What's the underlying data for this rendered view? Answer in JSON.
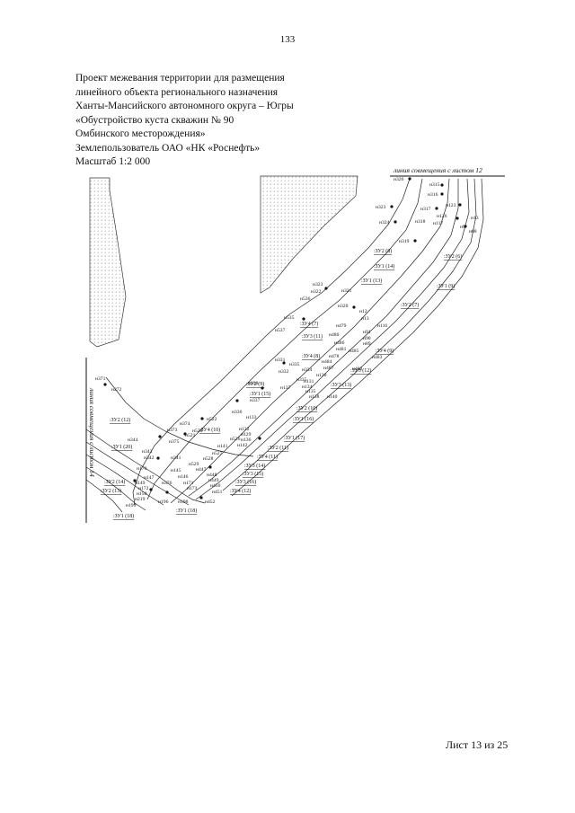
{
  "page_number": "133",
  "title_lines": [
    "Проект межевания территории для размещения",
    "линейного объекта регионального назначения",
    "Ханты-Мансийского автономного округа – Югры",
    "«Обустройство куста скважин № 90",
    "Омбинского месторождения»",
    "Землепользователь ОАО «НК «Роснефть»",
    "Масштаб 1:2 000"
  ],
  "map": {
    "edge_label_top": "линия совмещения с листом 12",
    "edge_label_left": "линия совмещения с листом 14",
    "points": [
      "н326",
      "н315",
      "н316",
      "н323",
      "н317",
      "н123",
      "н324",
      "н126",
      "н13",
      "н318",
      "н117",
      "н9",
      "н88",
      "н319",
      "н322",
      "н323",
      "н321",
      "н536",
      "н320",
      "н12",
      "н535",
      "н13",
      "н116",
      "н479",
      "н537",
      "н91",
      "н90",
      "н480",
      "н89",
      "н486",
      "н483",
      "н485",
      "н481",
      "н482",
      "н331",
      "н335",
      "н478",
      "н332",
      "н484",
      "н334",
      "н487",
      "н335",
      "н130",
      "н338",
      "н137",
      "н131",
      "н134",
      "н337",
      "н135",
      "н138",
      "н140",
      "н336",
      "н133",
      "н522",
      "н374",
      "н520",
      "н373",
      "н521",
      "н375",
      "н344",
      "н526",
      "н132",
      "н129",
      "н136",
      "н141",
      "н142",
      "н528",
      "н527",
      "н343",
      "н342",
      "н341",
      "н529",
      "н447",
      "н170",
      "н145",
      "н448",
      "н449",
      "н450",
      "н451",
      "н147",
      "н146",
      "н149",
      "н171",
      "н376",
      "н172",
      "н173",
      "н150",
      "н219",
      "н196",
      "н198",
      "н452",
      "н199",
      "н371",
      "н272"
    ],
    "zones": [
      ":ЗУ2 (8)",
      ":ЗУ1 (14)",
      ":ЗУ2 (6)",
      ":ЗУ1 (13)",
      ":ЗУ1 (9)",
      ":ЗУ2 (7)",
      ":ЗУ4 (7)",
      ":ЗУ3 (11)",
      ":ЗУ4 (8)",
      ":ЗУ4 (9)",
      ":ЗУ3 (12)",
      ":ЗУ2 (9)",
      ":ЗУ3 (13)",
      ":ЗУ1 (15)",
      ":ЗУ2 (10)",
      ":ЗУ1 (16)",
      ":ЗУ2 (12)",
      ":ЗУ4 (10)",
      ":ЗУ1 (17)",
      ":ЗУ2 (11)",
      ":ЗУ1 (20)",
      ":ЗУ4 (11)",
      ":ЗУ3 (14)",
      ":ЗУ3 (15)",
      ":ЗУ2 (14)",
      ":ЗУ3 (16)",
      ":ЗУ2 (13)",
      ":ЗУ4 (12)",
      ":ЗУ1 (18)",
      ":ЗУ1 (18)"
    ]
  },
  "footer": "Лист 13 из 25"
}
